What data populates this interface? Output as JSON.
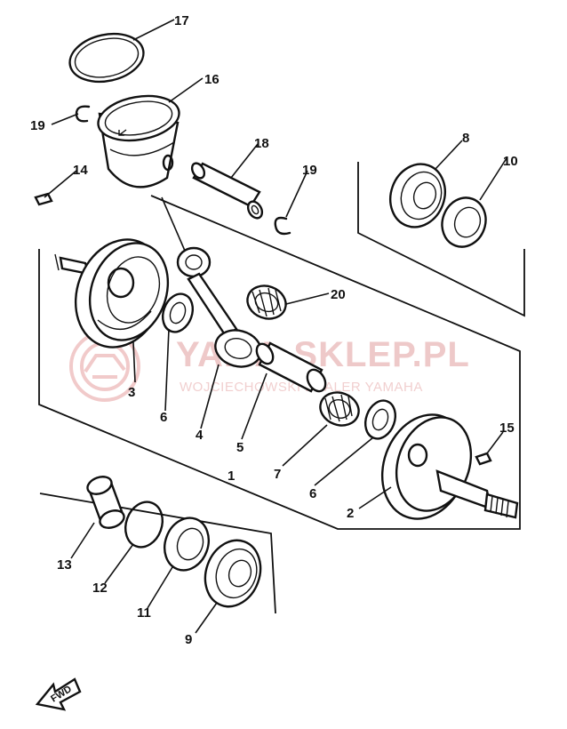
{
  "callouts": {
    "c1": "1",
    "c2": "2",
    "c3": "3",
    "c4": "4",
    "c5": "5",
    "c6a": "6",
    "c6b": "6",
    "c7": "7",
    "c8": "8",
    "c9": "9",
    "c10": "10",
    "c11": "11",
    "c12": "12",
    "c13": "13",
    "c14": "14",
    "c15": "15",
    "c16": "16",
    "c17": "17",
    "c18": "18",
    "c19a": "19",
    "c19b": "19",
    "c20": "20"
  },
  "watermark": {
    "brand": "YAMA-SKLEP.PL",
    "tagline": "WOJCIECHOWSKI DEALER YAMAHA"
  },
  "fwd_label": "FWD"
}
